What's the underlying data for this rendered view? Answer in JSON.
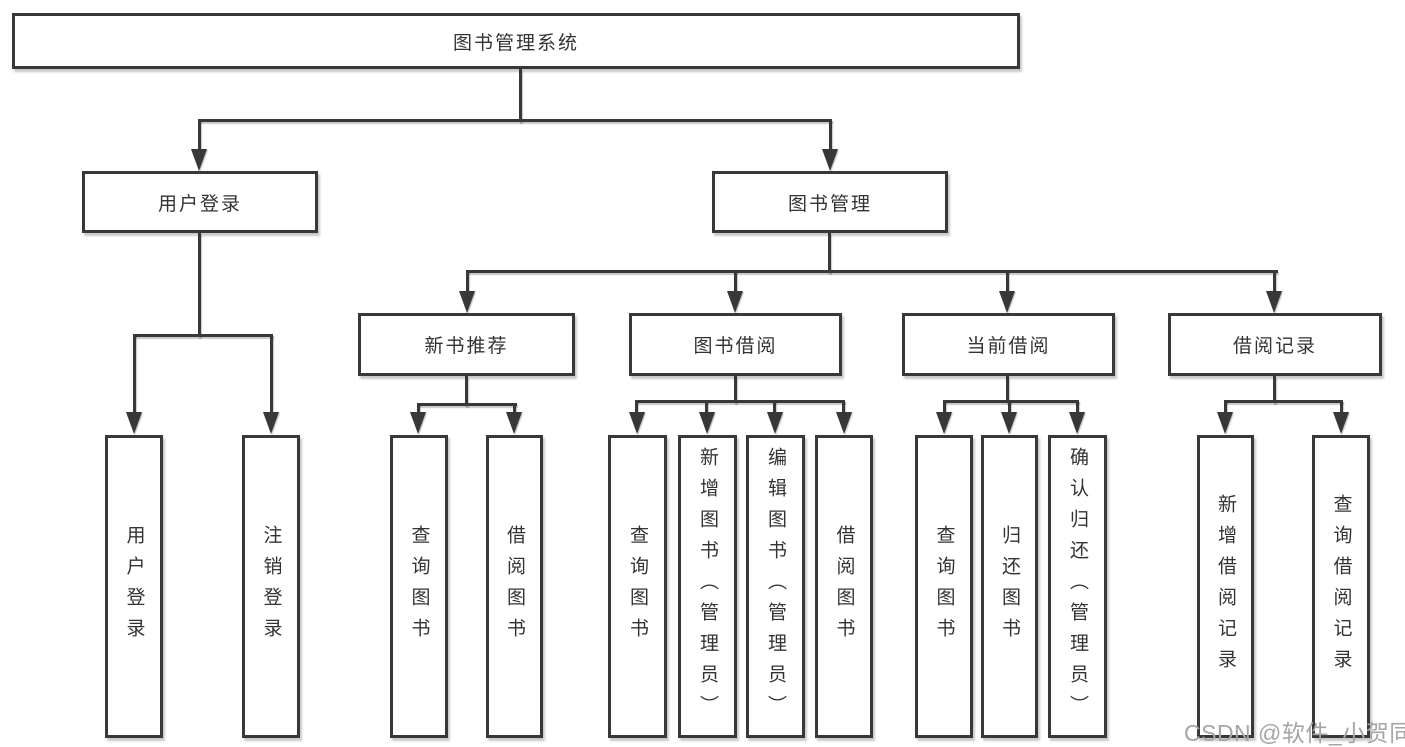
{
  "tree": {
    "label": "图书管理系统",
    "children": [
      {
        "label": "用户登录",
        "children": [
          {
            "label": "用户登录"
          },
          {
            "label": "注销登录"
          }
        ]
      },
      {
        "label": "图书管理",
        "children": [
          {
            "label": "新书推荐",
            "children": [
              {
                "label": "查询图书"
              },
              {
                "label": "借阅图书"
              }
            ]
          },
          {
            "label": "图书借阅",
            "children": [
              {
                "label": "查询图书"
              },
              {
                "label": "新增图书（管理员）"
              },
              {
                "label": "编辑图书（管理员）"
              },
              {
                "label": "借阅图书"
              }
            ]
          },
          {
            "label": "当前借阅",
            "children": [
              {
                "label": "查询图书"
              },
              {
                "label": "归还图书"
              },
              {
                "label": "确认归还（管理员）"
              }
            ]
          },
          {
            "label": "借阅记录",
            "children": [
              {
                "label": "新增借阅记录"
              },
              {
                "label": "查询借阅记录"
              }
            ]
          }
        ]
      }
    ]
  },
  "watermark": {
    "text": "CSDN @软件_小贺同学"
  },
  "colors": {
    "line": "#383838",
    "text": "#333333",
    "watermark": "#a5a5a5",
    "background": "#ffffff"
  }
}
